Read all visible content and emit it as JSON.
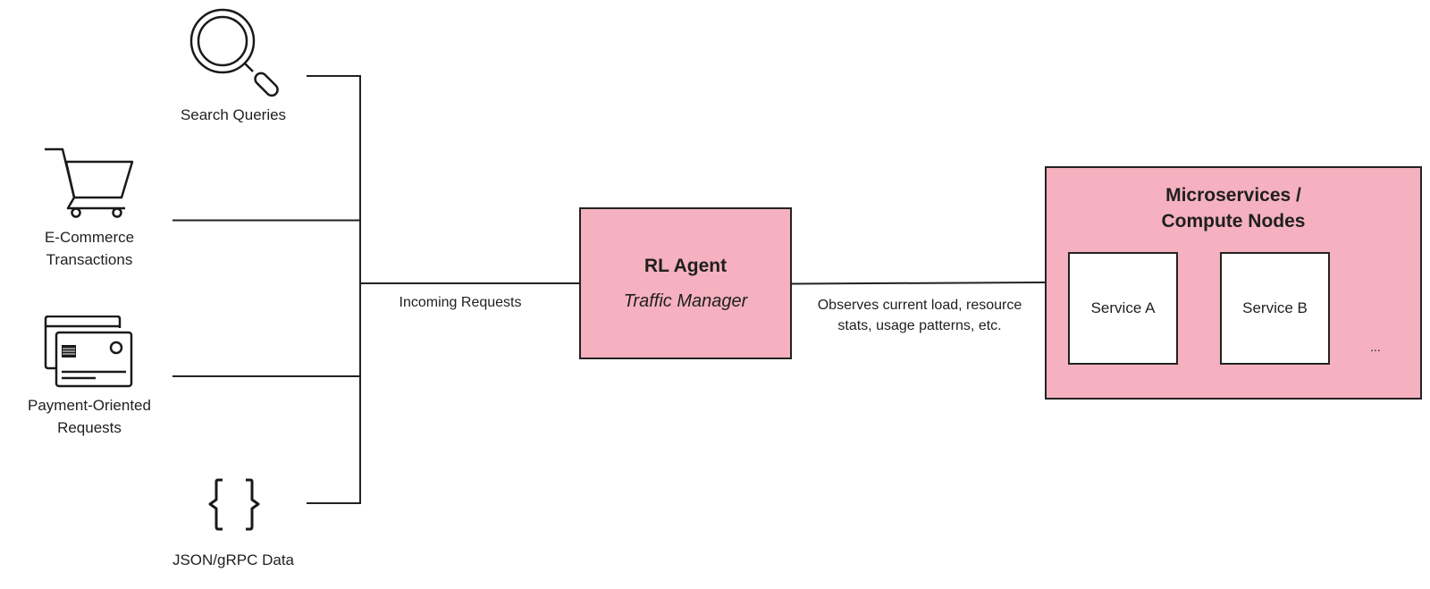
{
  "diagram": {
    "inputs": [
      {
        "id": "search",
        "label": "Search Queries",
        "icon": "magnifying-glass-icon"
      },
      {
        "id": "ecommerce",
        "label_line1": "E-Commerce",
        "label_line2": "Transactions",
        "icon": "shopping-cart-icon"
      },
      {
        "id": "payment",
        "label_line1": "Payment-Oriented",
        "label_line2": "Requests",
        "icon": "credit-cards-icon"
      },
      {
        "id": "json",
        "label": "JSON/gRPC Data",
        "icon": "curly-braces-icon"
      }
    ],
    "edges": {
      "incoming": "Incoming Requests",
      "observes_line1": "Observes current load, resource",
      "observes_line2": "stats, usage patterns, etc."
    },
    "rl_agent": {
      "title": "RL Agent",
      "subtitle": "Traffic Manager"
    },
    "microservices": {
      "title_line1": "Microservices /",
      "title_line2": "Compute Nodes",
      "services": [
        "Service A",
        "Service B"
      ],
      "more": "..."
    },
    "colors": {
      "box_fill": "#f5b1bf",
      "stroke": "#222222",
      "text": "#1f1f1f"
    }
  }
}
